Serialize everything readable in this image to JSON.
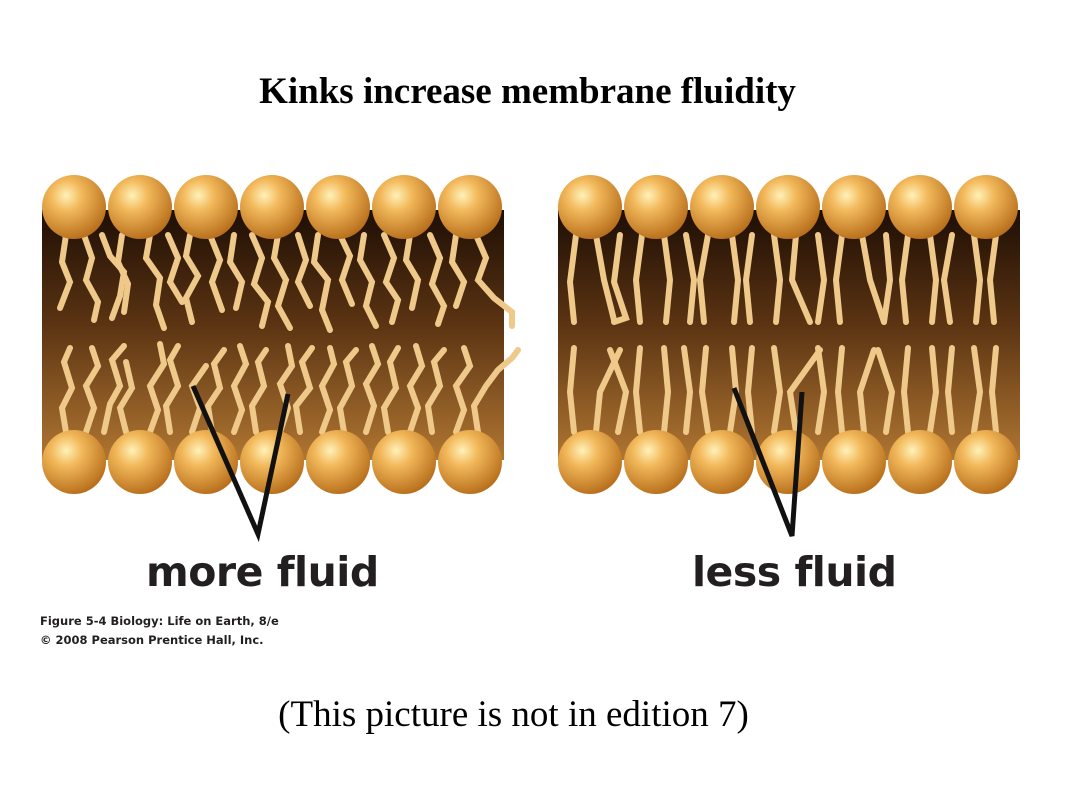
{
  "title": "Kinks increase membrane fluidity",
  "panels": [
    {
      "label": "more fluid",
      "tails": "kinked"
    },
    {
      "label": "less fluid",
      "tails": "straight"
    }
  ],
  "credit": {
    "line1": "Figure 5-4  Biology: Life on Earth, 8/e",
    "line2": "© 2008 Pearson Prentice Hall, Inc."
  },
  "note": "(This picture is not in edition 7)",
  "colors": {
    "head": "#e8a640",
    "tail": "#efc98a",
    "membrane_dark": "#1e0e05",
    "membrane_light": "#a86f2e",
    "pointer": "#111111"
  }
}
